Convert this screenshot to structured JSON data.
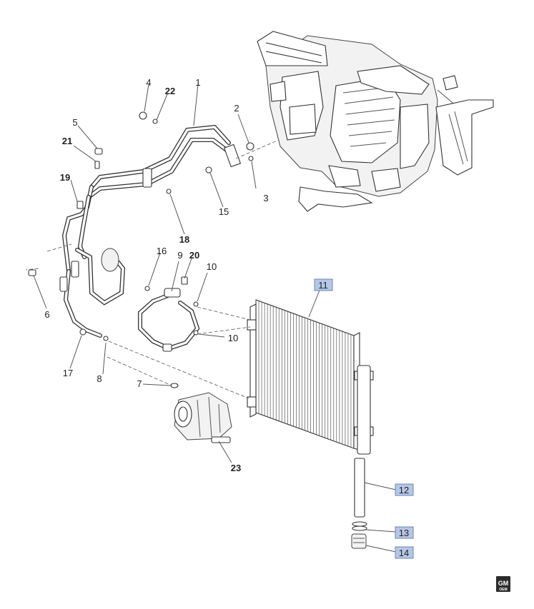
{
  "callouts": [
    {
      "id": "c1",
      "text": "1",
      "bold": false,
      "highlighted": false
    },
    {
      "id": "c2",
      "text": "2",
      "bold": false,
      "highlighted": false
    },
    {
      "id": "c3",
      "text": "3",
      "bold": false,
      "highlighted": false
    },
    {
      "id": "c4",
      "text": "4",
      "bold": false,
      "highlighted": false
    },
    {
      "id": "c5",
      "text": "5",
      "bold": false,
      "highlighted": false
    },
    {
      "id": "c6",
      "text": "6",
      "bold": false,
      "highlighted": false
    },
    {
      "id": "c7",
      "text": "7",
      "bold": false,
      "highlighted": false
    },
    {
      "id": "c8",
      "text": "8",
      "bold": false,
      "highlighted": false
    },
    {
      "id": "c9",
      "text": "9",
      "bold": false,
      "highlighted": false
    },
    {
      "id": "c10a",
      "text": "10",
      "bold": false,
      "highlighted": false
    },
    {
      "id": "c10b",
      "text": "10",
      "bold": false,
      "highlighted": false
    },
    {
      "id": "c11",
      "text": "11",
      "bold": false,
      "highlighted": true
    },
    {
      "id": "c12",
      "text": "12",
      "bold": false,
      "highlighted": true
    },
    {
      "id": "c13",
      "text": "13",
      "bold": false,
      "highlighted": true
    },
    {
      "id": "c14",
      "text": "14",
      "bold": false,
      "highlighted": true
    },
    {
      "id": "c15",
      "text": "15",
      "bold": false,
      "highlighted": false
    },
    {
      "id": "c16",
      "text": "16",
      "bold": false,
      "highlighted": false
    },
    {
      "id": "c17",
      "text": "17",
      "bold": false,
      "highlighted": false
    },
    {
      "id": "c18",
      "text": "18",
      "bold": true,
      "highlighted": false
    },
    {
      "id": "c19",
      "text": "19",
      "bold": true,
      "highlighted": false
    },
    {
      "id": "c20",
      "text": "20",
      "bold": true,
      "highlighted": false
    },
    {
      "id": "c21",
      "text": "21",
      "bold": true,
      "highlighted": false
    },
    {
      "id": "c22",
      "text": "22",
      "bold": true,
      "highlighted": false
    },
    {
      "id": "c23",
      "text": "23",
      "bold": true,
      "highlighted": false
    }
  ],
  "logo": {
    "text_top": "GM",
    "text_bottom": "OEM"
  },
  "colors": {
    "highlight": "#b6c7e6",
    "highlight_border": "#6b86bb",
    "line": "#333333"
  }
}
